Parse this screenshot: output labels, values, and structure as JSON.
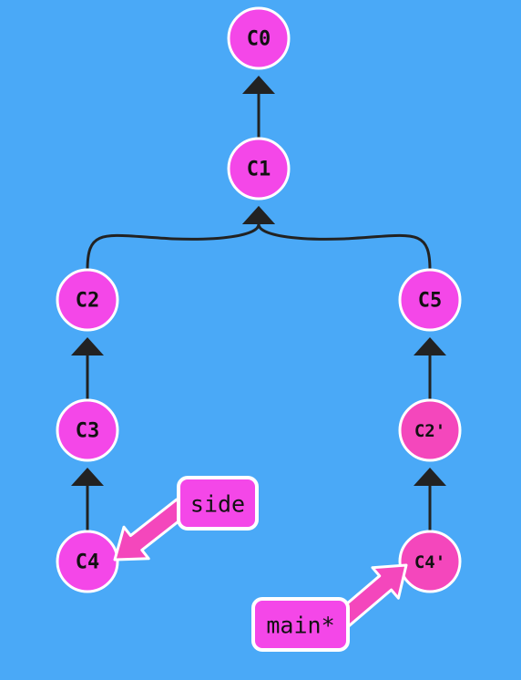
{
  "colors": {
    "background": "#4aa9f7",
    "node_fill": "#f447e8",
    "node_fill_copied": "#f447bc",
    "ref_fill": "#f447e8",
    "ref_fill_head": "#f447bc",
    "edge": "#222222",
    "outline": "#ffffff"
  },
  "nodes": [
    {
      "id": "C0",
      "label": "C0"
    },
    {
      "id": "C1",
      "label": "C1"
    },
    {
      "id": "C2",
      "label": "C2"
    },
    {
      "id": "C3",
      "label": "C3"
    },
    {
      "id": "C4",
      "label": "C4"
    },
    {
      "id": "C5",
      "label": "C5"
    },
    {
      "id": "C2p",
      "label": "C2'"
    },
    {
      "id": "C4p",
      "label": "C4'"
    }
  ],
  "edges": [
    {
      "from": "C1",
      "to": "C0"
    },
    {
      "from": "C2",
      "to": "C1"
    },
    {
      "from": "C5",
      "to": "C1"
    },
    {
      "from": "C3",
      "to": "C2"
    },
    {
      "from": "C4",
      "to": "C3"
    },
    {
      "from": "C2p",
      "to": "C5"
    },
    {
      "from": "C4p",
      "to": "C2p"
    }
  ],
  "refs": [
    {
      "id": "side",
      "label": "side",
      "target": "C4"
    },
    {
      "id": "main",
      "label": "main*",
      "target": "C4p"
    }
  ]
}
